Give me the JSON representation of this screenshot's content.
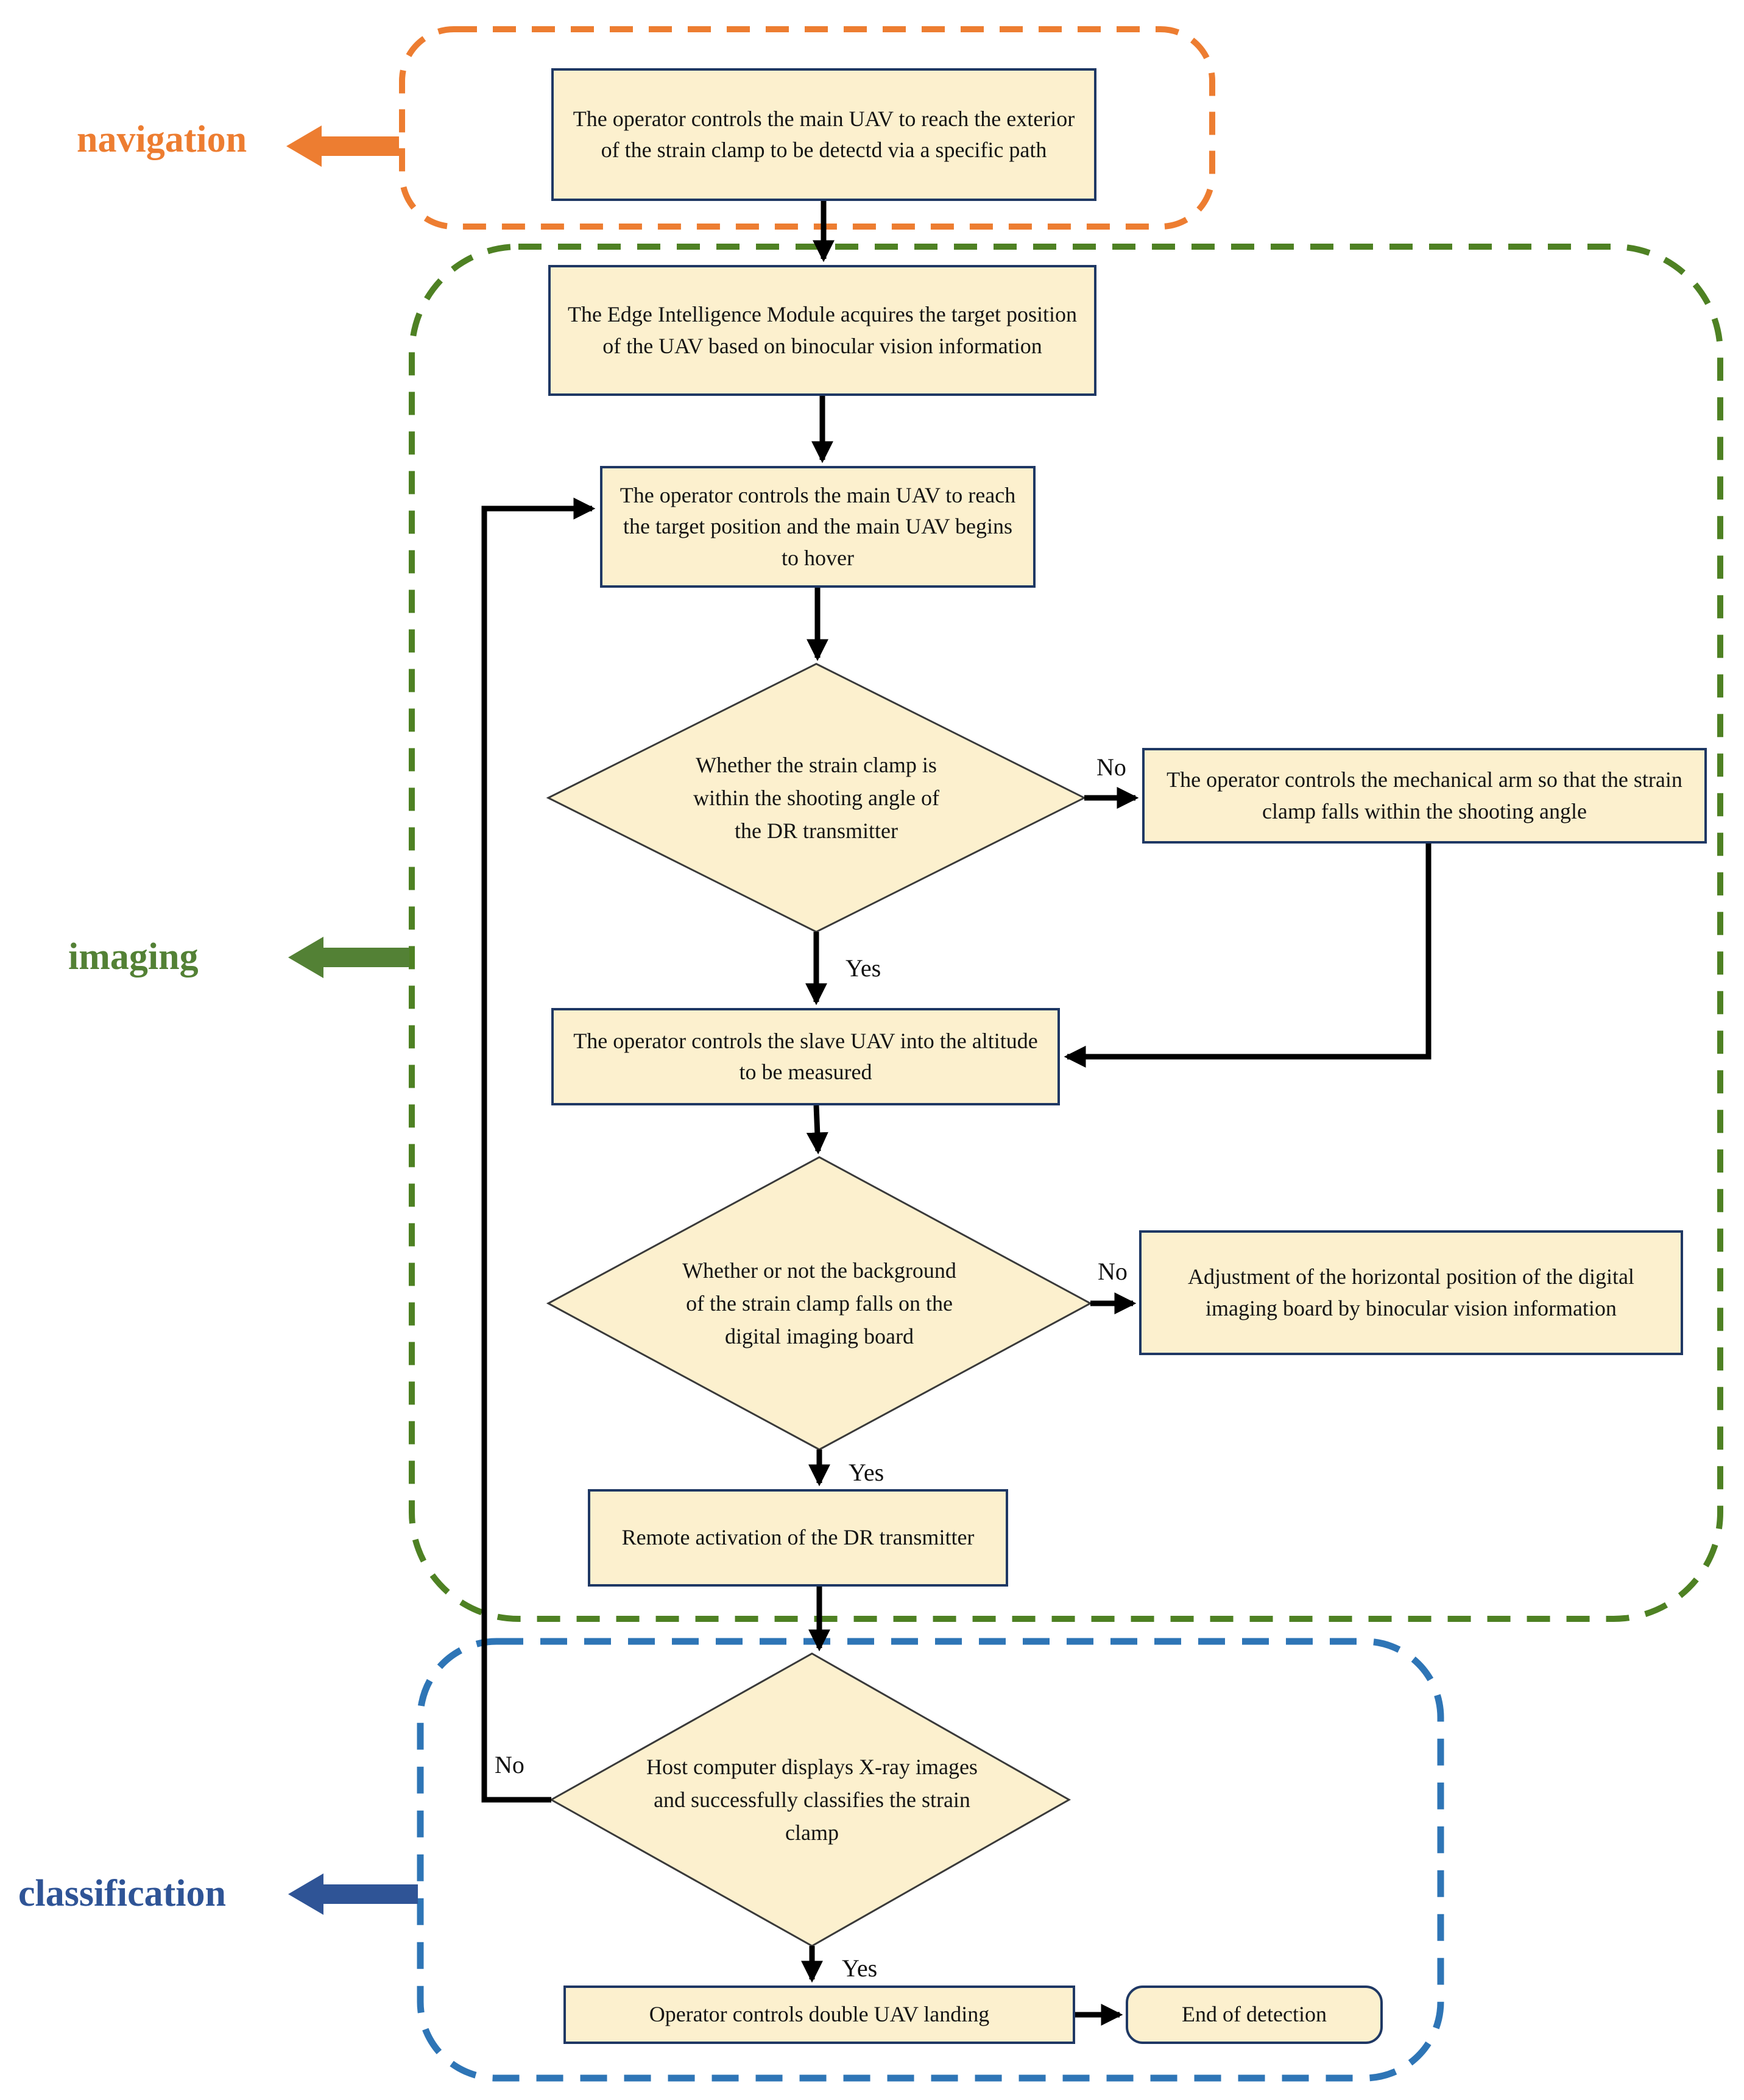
{
  "figure": {
    "type": "flowchart",
    "description": "Double-UAV strain clamp X-ray detection process flowchart with three phases"
  },
  "region_labels": {
    "navigation": "navigation",
    "imaging": "imaging",
    "classification": "classification"
  },
  "nodes": {
    "start": "The operator controls the main UAV to reach the exterior of the strain clamp to be detectd via a specific path",
    "edge_module": "The Edge Intelligence Module acquires the target position of the UAV based on binocular vision information",
    "reach_target": "The operator controls the main UAV to reach the target position and the main UAV begins to hover",
    "decision_shooting_angle": "Whether the strain clamp is within the shooting angle of the DR transmitter",
    "mechanical_arm": "The operator controls the mechanical arm so that the strain clamp falls within the shooting angle",
    "slave_uav": "The operator controls the slave UAV into the altitude to be measured",
    "decision_background": "Whether or not the background of the strain clamp falls on the digital imaging board",
    "adjust_board": "Adjustment of the horizontal position of the digital imaging board by binocular vision information",
    "remote_activation": "Remote activation of the DR transmitter",
    "decision_classify": "Host computer displays X-ray images and successfully classifies the strain clamp",
    "landing": "Operator controls double UAV landing",
    "end": "End of detection"
  },
  "edge_labels": {
    "yes": "Yes",
    "no": "No"
  },
  "colors": {
    "navigation_accent": "#ED7D31",
    "imaging_accent": "#538135",
    "imaging_border": "#4E8123",
    "classification_text": "#2F5496",
    "classification_border": "#2E75B6",
    "node_fill": "#FCF0CE",
    "node_border": "#1F3864",
    "connector": "#000000"
  }
}
